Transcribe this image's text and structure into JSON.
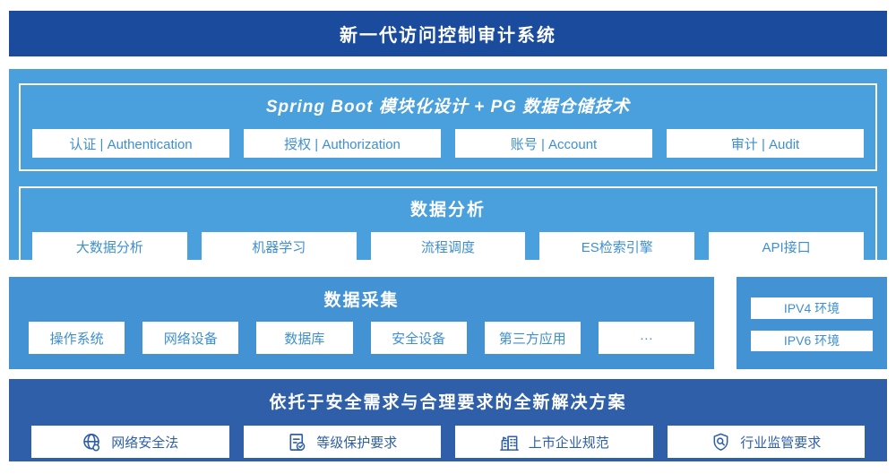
{
  "colors": {
    "banner_bg": "#1A4B9D",
    "platform_bg": "#4AA0DC",
    "collection_bg": "#4392D4",
    "solution_bg": "#2E5FA8",
    "box_text_light": "#3E8FD0",
    "box_text_dark": "#2E5FA8"
  },
  "banner": {
    "title": "新一代访问控制审计系统"
  },
  "platform": {
    "modules": {
      "title": "Spring Boot 模块化设计 + PG 数据仓储技术",
      "items": [
        "认证 | Authentication",
        "授权 | Authorization",
        "账号 | Account",
        "审计 | Audit"
      ]
    },
    "analysis": {
      "title": "数据分析",
      "items": [
        "大数据分析",
        "机器学习",
        "流程调度",
        "ES检索引擎",
        "API接口"
      ]
    }
  },
  "collection": {
    "title": "数据采集",
    "items": [
      "操作系统",
      "网络设备",
      "数据库",
      "安全设备",
      "第三方应用",
      "···"
    ]
  },
  "environment": {
    "items": [
      "IPV4 环境",
      "IPV6 环境"
    ]
  },
  "solution": {
    "title": "依托于安全需求与合理要求的全新解决方案",
    "items": [
      {
        "icon": "globe-icon",
        "label": "网络安全法"
      },
      {
        "icon": "checklist-icon",
        "label": "等级保护要求"
      },
      {
        "icon": "building-icon",
        "label": "上市企业规范"
      },
      {
        "icon": "shield-search-icon",
        "label": "行业监管要求"
      }
    ]
  }
}
